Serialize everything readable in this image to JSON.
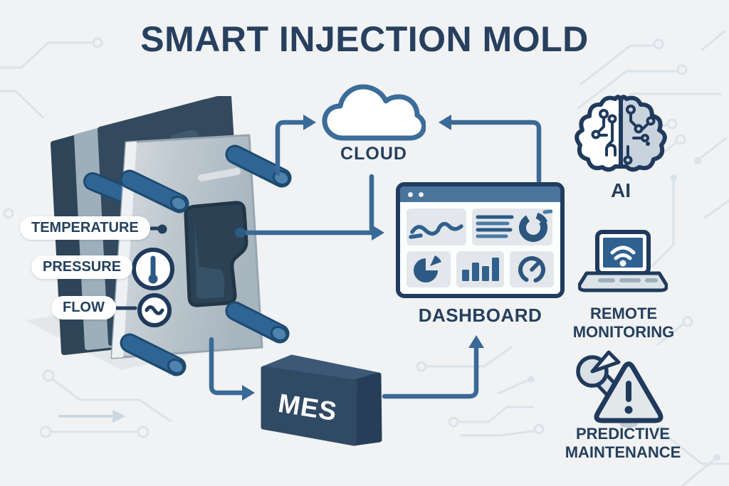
{
  "title": "SMART INJECTION MOLD",
  "colors": {
    "background": "#f1f2f3",
    "navy_text": "#24405e",
    "arrow_blue": "#3a6a97",
    "steel_blue": "#2d5a85",
    "dashboard_bar": "#4a749c",
    "tile_gray": "#e3e7eb",
    "pin_blue": "#2f6594",
    "plate_dark": "#2e4457",
    "plate_gray": "#9cafbb",
    "plate_light_front": "#c6ced5",
    "mes_box": "#304a64",
    "circuit_trace": "#dbe3ea"
  },
  "mold": {
    "name": "injection mold with sensors",
    "callouts": [
      {
        "label": "TEMPERATURE",
        "icon": "sensor-dot-icon"
      },
      {
        "label": "PRESSURE",
        "icon": "thermometer-icon"
      },
      {
        "label": "FLOW",
        "icon": "flow-wave-icon"
      }
    ]
  },
  "nodes": {
    "cloud": {
      "label": "CLOUD",
      "icon": "cloud-icon"
    },
    "dashboard": {
      "label": "DASHBOARD",
      "icon": "dashboard-window-icon"
    },
    "ai": {
      "label": "AI",
      "icon": "circuit-brain-icon"
    },
    "remote_monitoring": {
      "line1": "REMOTE",
      "line2": "MONITORING",
      "icon": "laptop-wifi-icon"
    },
    "predictive_maintenance": {
      "line1": "PREDICTIVE",
      "line2": "MAINTENANCE",
      "icon": "wrench-warning-icon"
    },
    "mes": {
      "label": "MES",
      "icon": "mes-box-icon"
    }
  },
  "edges": [
    {
      "from": "mold",
      "to": "cloud"
    },
    {
      "from": "dashboard",
      "to": "cloud"
    },
    {
      "from": "mold",
      "to": "dashboard"
    },
    {
      "from": "cloud",
      "to": "dashboard-junction"
    },
    {
      "from": "mold",
      "to": "mes"
    },
    {
      "from": "mes",
      "to": "dashboard"
    }
  ]
}
